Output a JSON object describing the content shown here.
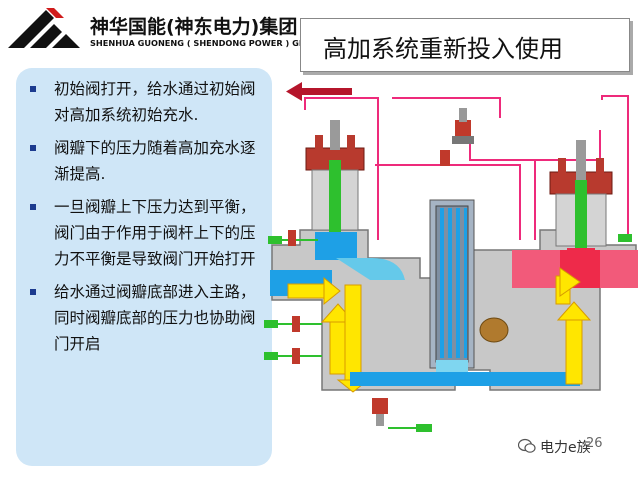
{
  "header": {
    "logo_cn": "神华国能(神东电力)集团",
    "logo_en": "SHENHUA GUONENG ( SHENDONG POWER ) GROUP"
  },
  "slide": {
    "title": "高加系统重新投入使用"
  },
  "panel": {
    "bullets": [
      "初始阀打开，给水通过初始阀对高加系统初始充水.",
      "阀瓣下的压力随着高加充水逐渐提高.",
      "一旦阀瓣上下压力达到平衡，阀门由于作用于阀杆上下的压力不平衡是导致阀门开始打开",
      "给水通过阀瓣底部进入主路，同时阀瓣底部的压力也协助阀门开启"
    ]
  },
  "footer": {
    "watermark": "电力e族",
    "page_number": "26"
  },
  "colors": {
    "bullet_blue": "#1c3b8f",
    "panel_bg": "#cfe6f7",
    "pipe_pink": "#ee2a7b",
    "valve_red": "#c0392b",
    "flow_yellow": "#ffe600",
    "water_blue": "#1ea0e6",
    "stem_green": "#2ec02e"
  }
}
